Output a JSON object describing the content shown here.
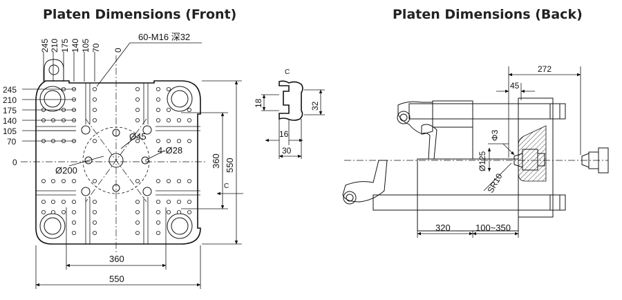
{
  "titles": {
    "front": "Platen Dimensions (Front)",
    "back": "Platen Dimensions (Back)"
  },
  "front": {
    "hole_spec": "60-M16 深32",
    "top_dims": [
      "245",
      "210",
      "175",
      "140",
      "105",
      "70",
      "0"
    ],
    "left_dims": [
      "245",
      "210",
      "175",
      "140",
      "105",
      "70",
      "0"
    ],
    "diameter_45": "Ø45",
    "diameter_28": "4-Ø28",
    "diameter_200": "Ø200",
    "dim_360_v": "360",
    "dim_550_v": "550",
    "dim_360_h": "360",
    "dim_550_h": "550",
    "section_mark": "C"
  },
  "detail": {
    "label": "C",
    "dim_18": "18",
    "dim_32": "32",
    "dim_16": "16",
    "dim_30": "30"
  },
  "back": {
    "dim_272": "272",
    "dim_45": "45",
    "dim_phi3": "Φ3",
    "dim_phi125": "Ø125",
    "dim_sr10": "SR10",
    "dim_320": "320",
    "dim_range": "100~350"
  }
}
